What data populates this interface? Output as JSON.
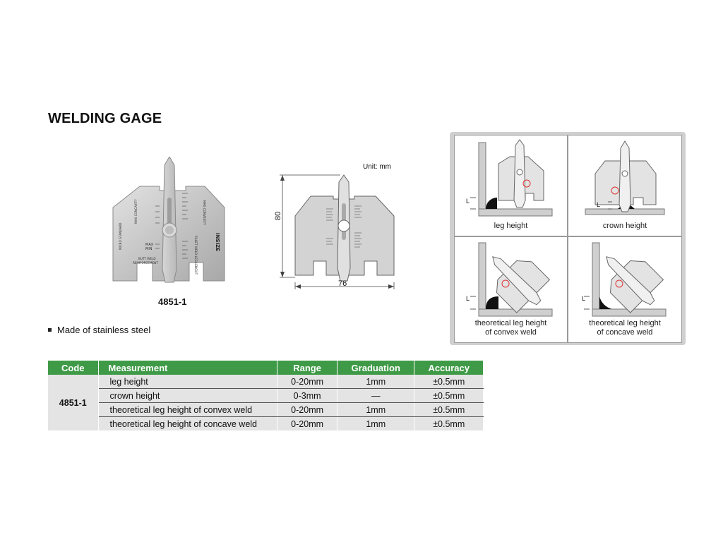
{
  "page": {
    "title": "WELDING GAGE",
    "unit_label": "Unit: mm"
  },
  "product": {
    "code": "4851-1",
    "photo_markings": {
      "max_concavity_left": "MAX\nCONCAVITY",
      "max_concavity_right": "MAX\nCONVEXITY",
      "micro_standard": "MICRO\nSTANDARD",
      "max": "MAX",
      "min": "MIN",
      "butt_weld": "BUTT WELD\nREINFORCEMENT",
      "fillet_weld": "FILLET WELD\nLEG LENGHT",
      "brand": "INSIZE"
    },
    "dimensions": {
      "height": "80",
      "width": "76"
    }
  },
  "features": [
    "Made of stainless steel"
  ],
  "diagrams": [
    {
      "caption": "leg height",
      "marker": "L"
    },
    {
      "caption": "crown height",
      "marker": "L"
    },
    {
      "caption_line1": "theoretical leg height",
      "caption_line2": "of convex weld",
      "marker": "L"
    },
    {
      "caption_line1": "theoretical leg height",
      "caption_line2": "of concave weld",
      "marker": "L"
    }
  ],
  "spec_table": {
    "headers": [
      "Code",
      "Measurement",
      "Range",
      "Graduation",
      "Accuracy"
    ],
    "code": "4851-1",
    "rows": [
      [
        "leg height",
        "0-20mm",
        "1mm",
        "±0.5mm"
      ],
      [
        "crown height",
        "0-3mm",
        "—",
        "±0.5mm"
      ],
      [
        "theoretical leg height of convex weld",
        "0-20mm",
        "1mm",
        "±0.5mm"
      ],
      [
        "theoretical leg height of concave weld",
        "0-20mm",
        "1mm",
        "±0.5mm"
      ]
    ]
  },
  "colors": {
    "table_header": "#3f9a47",
    "table_cell": "#e4e4e4",
    "panel_bg": "#cfcfcf",
    "steel": "#c9c9c9"
  }
}
